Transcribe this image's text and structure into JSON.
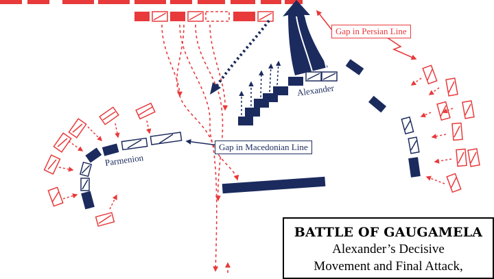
{
  "colors": {
    "persian": "#e8393b",
    "macedonian": "#1c2b5e",
    "background": "#ffffff"
  },
  "title": {
    "heading": "BATTLE OF GAUGAMELA",
    "line1": "Alexander’s Decisive",
    "line2": "Movement and Final Attack,"
  },
  "callouts": {
    "persian_gap": "Gap in Persian Line",
    "macedonian_gap": "Gap in Macedonian Line"
  },
  "labels": {
    "alexander": "Alexander",
    "parmenion": "Parmenion"
  }
}
